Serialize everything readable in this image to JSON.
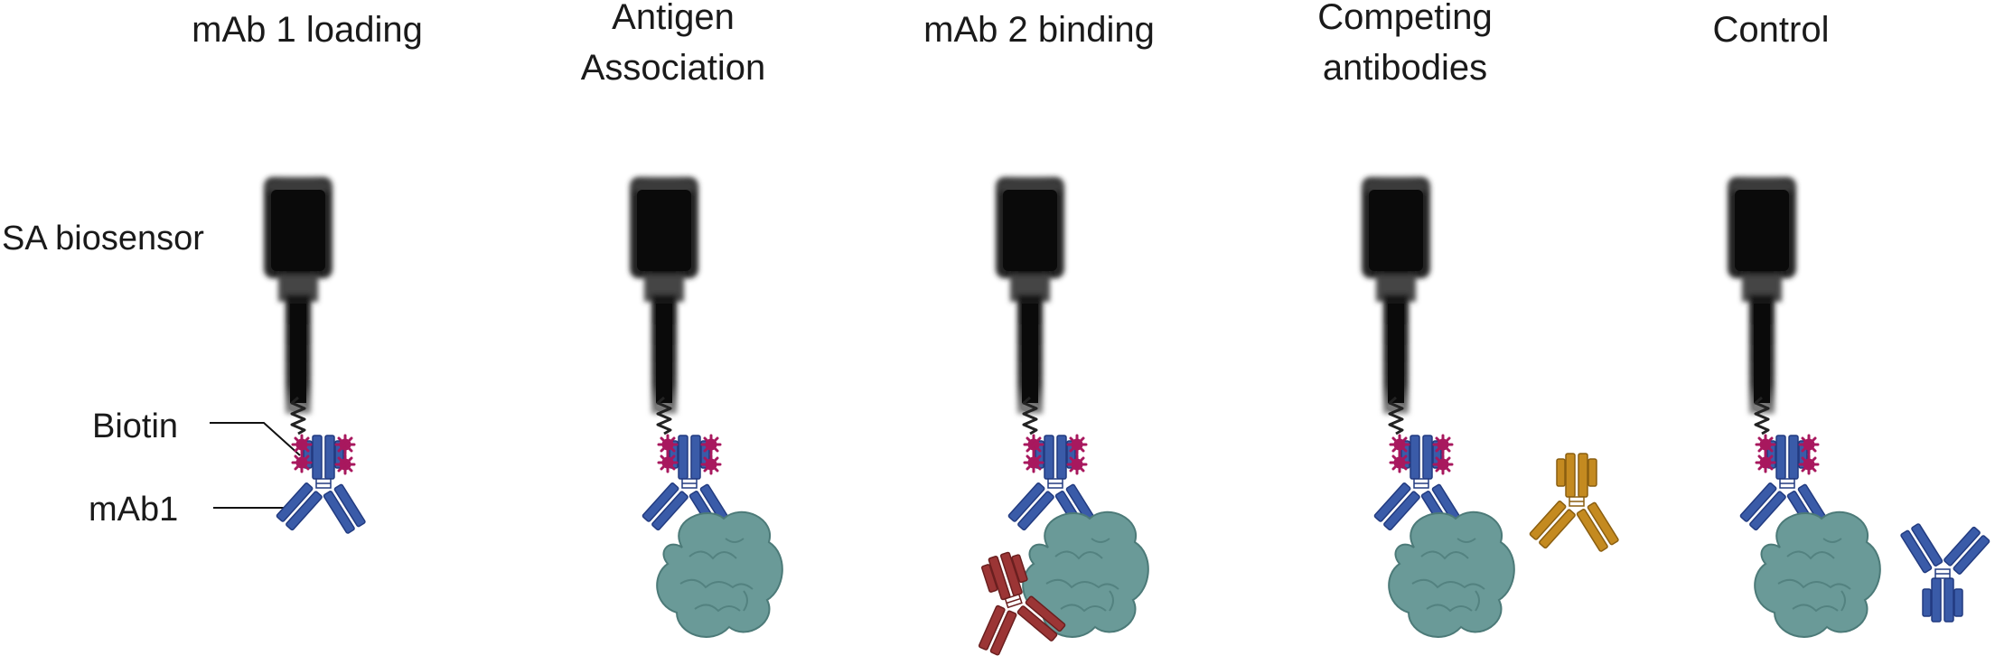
{
  "panels": [
    {
      "title_lines": [
        "mAb 1 loading"
      ],
      "has_antigen": false,
      "second_antibody": "none"
    },
    {
      "title_lines": [
        "Antigen",
        "Association"
      ],
      "has_antigen": true,
      "second_antibody": "none"
    },
    {
      "title_lines": [
        "mAb 2 binding"
      ],
      "has_antigen": true,
      "second_antibody": "bound"
    },
    {
      "title_lines": [
        "Competing",
        "antibodies"
      ],
      "has_antigen": true,
      "second_antibody": "free"
    },
    {
      "title_lines": [
        "Control"
      ],
      "has_antigen": true,
      "second_antibody": "free"
    }
  ],
  "labels": {
    "biosensor": "SA biosensor",
    "biotin": "Biotin",
    "mab1": "mAb1"
  },
  "icons": {
    "biosensor": "sa-biosensor-probe-icon",
    "linker": "biotin-linker-coil-icon",
    "biotin": "biotin-star-icon",
    "antibody": "antibody-y-shape-icon",
    "antigen": "antigen-protein-blob-icon"
  },
  "colors": {
    "mab1": "#3a5ba8",
    "mab1_dark": "#223b80",
    "biotin": "#a8185e",
    "antigen": "#6a9a98",
    "antigen_dark": "#4c7a78",
    "mab2_bound": "#9b3535",
    "mab2_bound_dark": "#6a1f1f",
    "competitor": "#c48a20",
    "competitor_dark": "#8a5e10",
    "control": "#3a5ba8",
    "control_dark": "#223b80",
    "sensor": "#0d0d0d"
  }
}
